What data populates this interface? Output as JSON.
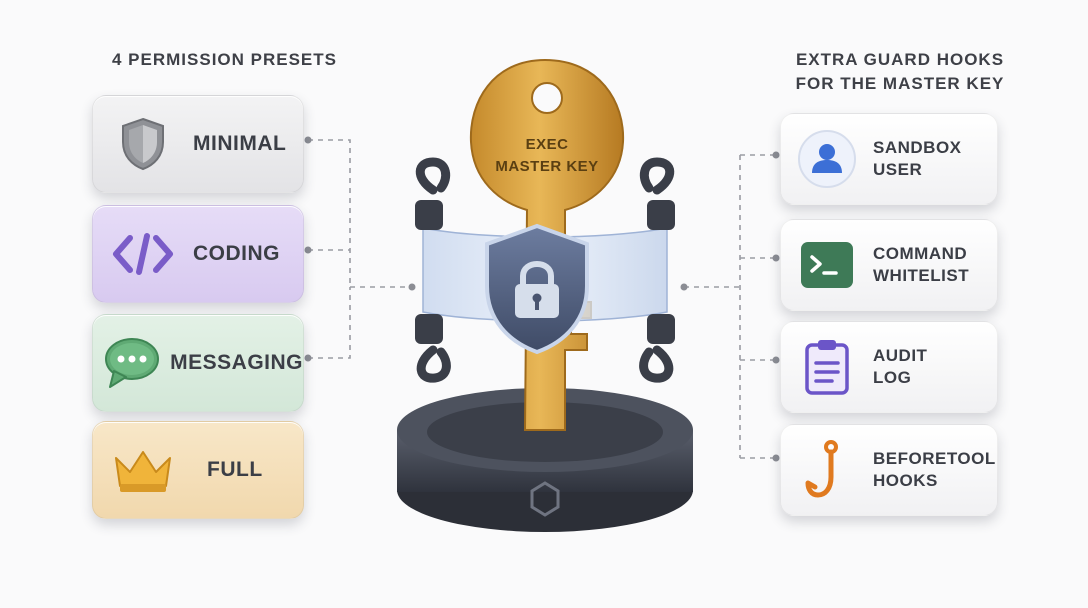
{
  "left_heading": "4 PERMISSION PRESETS",
  "right_heading": "EXTRA GUARD HOOKS\nFOR THE MASTER KEY",
  "presets": [
    {
      "label": "MINIMAL",
      "icon": "shield-icon",
      "color": "#e8e8ea"
    },
    {
      "label": "CODING",
      "icon": "code-brackets-icon",
      "color": "#ddd0f3"
    },
    {
      "label": "MESSAGING",
      "icon": "chat-bubble-icon",
      "color": "#d8ebdc"
    },
    {
      "label": "FULL",
      "icon": "crown-icon",
      "color": "#f4ddb4"
    }
  ],
  "center": {
    "key_line1": "EXEC",
    "key_line2": "MASTER KEY",
    "key_color": "#d9a441",
    "icons": [
      "key-icon",
      "padlock-shield-icon",
      "chain-icon",
      "pedestal-icon"
    ]
  },
  "hooks": [
    {
      "label": "SANDBOX\nUSER",
      "icon": "user-icon",
      "color": "#3c6fd6"
    },
    {
      "label": "COMMAND\nWHITELIST",
      "icon": "terminal-icon",
      "color": "#3e7a57"
    },
    {
      "label": "AUDIT\nLOG",
      "icon": "clipboard-icon",
      "color": "#6b55c8"
    },
    {
      "label": "BEFORETOOL\nHOOKS",
      "icon": "hook-icon",
      "color": "#e07a1f"
    }
  ]
}
